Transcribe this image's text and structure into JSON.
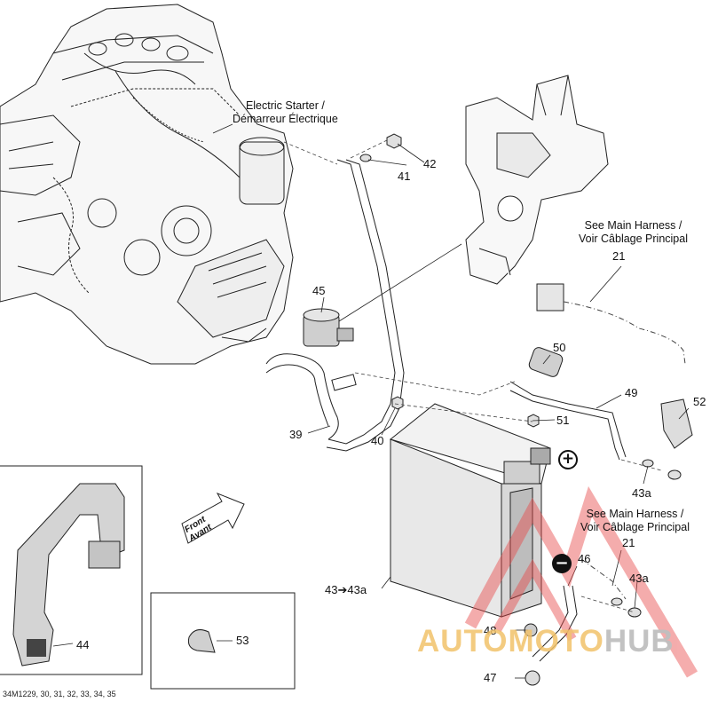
{
  "callouts": {
    "starter": "Electric Starter /\nDémarreur Électrique",
    "harness_top": "See Main Harness /\nVoir Câblage Principal",
    "harness_top_num": "21",
    "harness_bottom": "See Main Harness /\nVoir Câblage Principal",
    "harness_bottom_num": "21"
  },
  "parts": {
    "p41": "41",
    "p42": "42",
    "p45": "45",
    "p50": "50",
    "p49": "49",
    "p52": "52",
    "p51": "51",
    "p39": "39",
    "p40": "40",
    "p43a_top": "43a",
    "p46": "46",
    "p43a_bottom": "43a",
    "p43_range": "43➔43a",
    "p48": "48",
    "p47": "47",
    "p44": "44",
    "p53": "53"
  },
  "terminals": {
    "positive": "+",
    "negative": "−"
  },
  "front": {
    "line1": "Front",
    "line2": "Avant"
  },
  "figure_id": "34M1229, 30, 31, 32, 33, 34, 35",
  "watermark": {
    "part1": "AUTOMOTO",
    "part2": "HUB",
    "accent": "#f2c26b",
    "triangle": "#e84a4a"
  }
}
